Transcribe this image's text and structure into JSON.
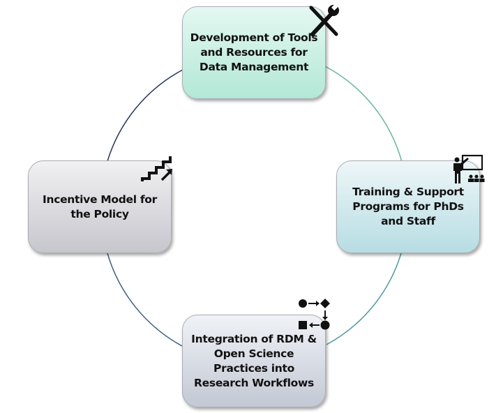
{
  "diagram": {
    "type": "cycle",
    "colors": {
      "top_fill": "#b3e8d6",
      "right_fill": "#b6dde3",
      "bottom_fill": "#c2c8d4",
      "left_fill": "#c6c6cd",
      "arc_top_right": "#6bb59e",
      "arc_right_bottom": "#4f97a6",
      "arc_bottom_left": "#3d5f88",
      "arc_left_top": "#2a3360"
    },
    "nodes": [
      {
        "label": "Development of Tools and Resources for Data Management",
        "icon": "tools-icon"
      },
      {
        "label": "Training & Support Programs for PhDs and Staff",
        "icon": "presentation-icon"
      },
      {
        "label": "Integration of RDM & Open Science Practices into Research Workflows",
        "icon": "workflow-icon"
      },
      {
        "label": "Incentive Model for the Policy",
        "icon": "stairs-up-icon"
      }
    ]
  }
}
